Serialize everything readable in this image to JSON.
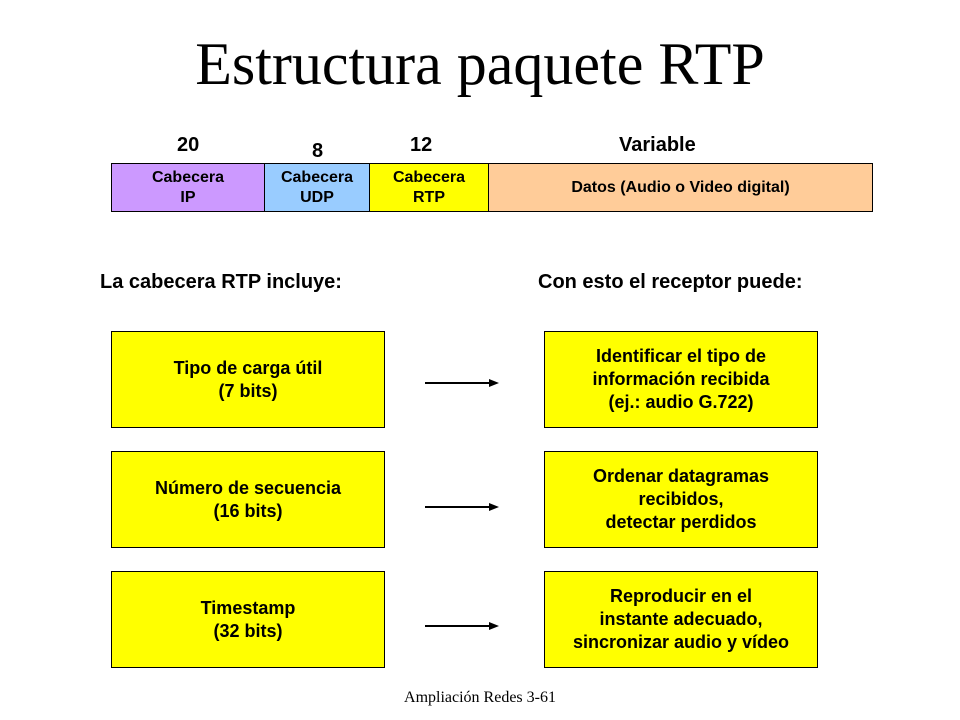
{
  "slide": {
    "title": "Estructura paquete RTP",
    "footer": "Ampliación Redes 3-61"
  },
  "packet": {
    "sizes": [
      "20",
      "8",
      "12",
      "Variable"
    ],
    "fields": [
      {
        "line1": "Cabecera",
        "line2": "IP",
        "color": "#cc99ff"
      },
      {
        "line1": "Cabecera",
        "line2": "UDP",
        "color": "#99ccff"
      },
      {
        "line1": "Cabecera",
        "line2": "RTP",
        "color": "#ffff00"
      },
      {
        "line1": "Datos (Audio o Video digital)",
        "line2": "",
        "color": "#ffcc99"
      }
    ]
  },
  "headings": {
    "left": "La cabecera RTP incluye:",
    "right": "Con esto el receptor puede:"
  },
  "rows": [
    {
      "field": [
        "Tipo de carga útil",
        "(7 bits)"
      ],
      "purpose": [
        "Identificar el tipo de",
        "información recibida",
        "(ej.: audio G.722)"
      ]
    },
    {
      "field": [
        "Número de secuencia",
        "(16 bits)"
      ],
      "purpose": [
        "Ordenar datagramas",
        "recibidos,",
        "detectar perdidos"
      ]
    },
    {
      "field": [
        "Timestamp",
        "(32 bits)"
      ],
      "purpose": [
        "Reproducir en el",
        "instante adecuado,",
        "sincronizar audio y vídeo"
      ]
    }
  ],
  "colors": {
    "box_fill": "#ffff00",
    "ip": "#cc99ff",
    "udp": "#99ccff",
    "rtp": "#ffff00",
    "data": "#ffcc99"
  }
}
